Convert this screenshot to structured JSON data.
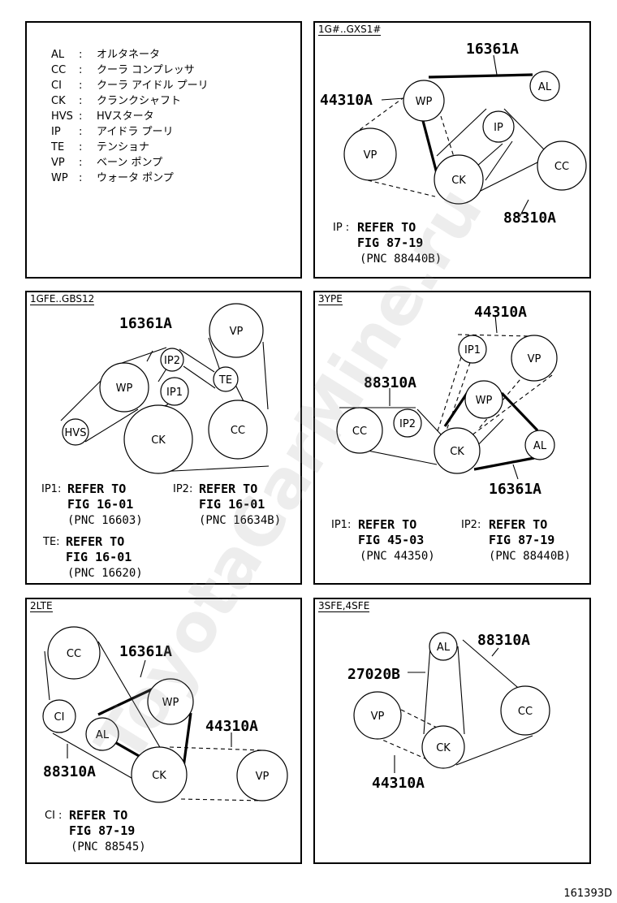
{
  "legend": {
    "rows": [
      {
        "abbr": "AL",
        "sep": ":",
        "name": "オルタネータ"
      },
      {
        "abbr": "CC",
        "sep": ":",
        "name": "クーラ コンプレッサ"
      },
      {
        "abbr": "CI",
        "sep": ":",
        "name": "クーラ アイドル プーリ"
      },
      {
        "abbr": "CK",
        "sep": ":",
        "name": "クランクシャフト"
      },
      {
        "abbr": "HVS",
        "sep": ":",
        "name": "HVスタータ"
      },
      {
        "abbr": "IP",
        "sep": ":",
        "name": "アイドラ プーリ"
      },
      {
        "abbr": "TE",
        "sep": ":",
        "name": "テンショナ"
      },
      {
        "abbr": "VP",
        "sep": ":",
        "name": "ベーン ポンプ"
      },
      {
        "abbr": "WP",
        "sep": ":",
        "name": "ウォータ ポンプ"
      }
    ]
  },
  "pulley_labels": {
    "AL": "AL",
    "CC": "CC",
    "CI": "CI",
    "CK": "CK",
    "HVS": "HVS",
    "IP": "IP",
    "IP1": "IP1",
    "IP2": "IP2",
    "TE": "TE",
    "VP": "VP",
    "WP": "WP"
  },
  "panels": {
    "p1": {
      "tag": "1G#..GXS1#",
      "parts": {
        "a": "16361A",
        "b": "44310A",
        "c": "88310A"
      },
      "note": {
        "key": "IP :",
        "l1": "REFER TO",
        "l2": "FIG 87-19",
        "l3": "(PNC 88440B)"
      }
    },
    "p2": {
      "tag": "1GFE..GBS12",
      "parts": {
        "a": "16361A"
      },
      "notes": [
        {
          "key": "IP1:",
          "l1": "REFER TO",
          "l2": "FIG 16-01",
          "l3": "(PNC 16603)"
        },
        {
          "key": "IP2:",
          "l1": "REFER TO",
          "l2": "FIG 16-01",
          "l3": "(PNC 16634B)"
        },
        {
          "key": "TE:",
          "l1": "REFER TO",
          "l2": "FIG 16-01",
          "l3": "(PNC 16620)"
        }
      ]
    },
    "p3": {
      "tag": "3YPE",
      "parts": {
        "a": "44310A",
        "b": "88310A",
        "c": "16361A"
      },
      "notes": [
        {
          "key": "IP1:",
          "l1": "REFER TO",
          "l2": "FIG 45-03",
          "l3": "(PNC 44350)"
        },
        {
          "key": "IP2:",
          "l1": "REFER TO",
          "l2": "FIG 87-19",
          "l3": "(PNC 88440B)"
        }
      ]
    },
    "p4": {
      "tag": "2LTE",
      "parts": {
        "a": "16361A",
        "b": "44310A",
        "c": "88310A"
      },
      "note": {
        "key": "CI :",
        "l1": "REFER TO",
        "l2": "FIG 87-19",
        "l3": "(PNC 88545)"
      }
    },
    "p5": {
      "tag": "3SFE,4SFE",
      "parts": {
        "a": "88310A",
        "b": "27020B",
        "c": "44310A"
      }
    }
  },
  "watermark": "ToyotaCarMine.ru",
  "diagram_id": "161393D"
}
